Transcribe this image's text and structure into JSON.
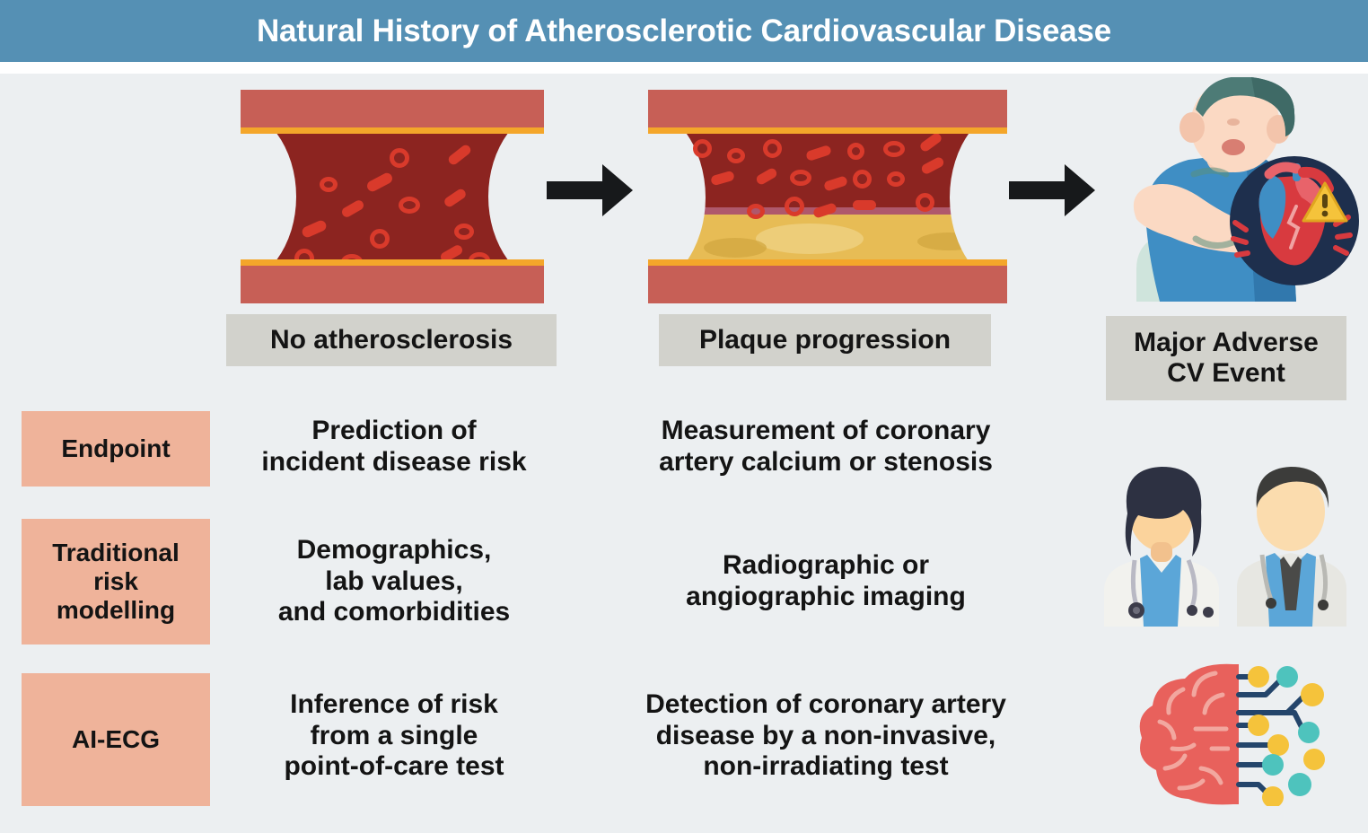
{
  "title": "Natural History of Atherosclerotic Cardiovascular Disease",
  "colors": {
    "title_bar": "#5590b4",
    "background": "#eceff1",
    "stage_label_bg": "#d2d2cc",
    "row_chip_bg": "#efb39a",
    "artery_wall": "#c75f56",
    "artery_endothelium": "#f4a62a",
    "artery_lumen": "#8c2420",
    "blood_cell": "#d93a2b",
    "plaque": "#e7bc55",
    "arrow": "#17191b",
    "heart_badge": "#1e2f4d",
    "ai_node_yellow": "#f5c33b",
    "ai_node_teal": "#4ec3bd"
  },
  "stages": [
    {
      "label": "No atherosclerosis",
      "icon": "healthy-artery-icon"
    },
    {
      "label": "Plaque progression",
      "icon": "plaque-artery-icon"
    },
    {
      "label": "Major Adverse\nCV Event",
      "label_line1": "Major Adverse",
      "label_line2": "CV Event",
      "icon": "chest-pain-patient-icon"
    }
  ],
  "arrows": [
    {
      "name": "arrow-stage-1-to-2"
    },
    {
      "name": "arrow-stage-2-to-3"
    }
  ],
  "rows": [
    {
      "chip": "Endpoint",
      "chip_lines": [
        "Endpoint"
      ],
      "cells": [
        {
          "lines": [
            "Prediction of",
            "incident disease risk"
          ]
        },
        {
          "lines": [
            "Measurement of coronary",
            "artery calcium or stenosis"
          ]
        }
      ],
      "icon": null
    },
    {
      "chip": "Traditional risk modelling",
      "chip_lines": [
        "Traditional",
        "risk",
        "modelling"
      ],
      "cells": [
        {
          "lines": [
            "Demographics,",
            "lab values,",
            "and comorbidities"
          ]
        },
        {
          "lines": [
            "Radiographic or",
            "angiographic imaging"
          ]
        }
      ],
      "icon": "doctors-icon"
    },
    {
      "chip": "AI-ECG",
      "chip_lines": [
        "AI-ECG"
      ],
      "cells": [
        {
          "lines": [
            "Inference of risk",
            "from a single",
            "point-of-care test"
          ]
        },
        {
          "lines": [
            "Detection of coronary artery",
            "disease by a non-invasive,",
            "non-irradiating test"
          ]
        }
      ],
      "icon": "ai-brain-icon"
    }
  ]
}
